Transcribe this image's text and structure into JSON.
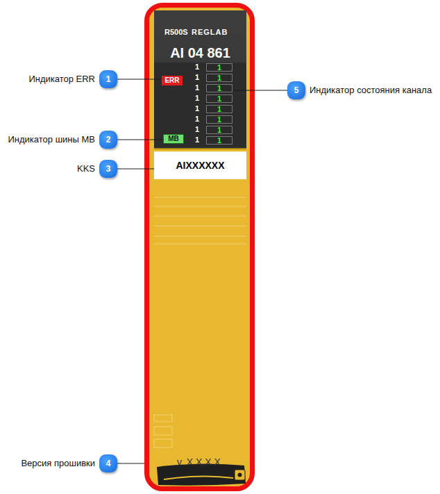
{
  "diagram": {
    "nodes": [
      {
        "text": [
          "v. X.X.X.X"
        ]
      },
      {
        "text": [
          "R500S",
          "REGLAB",
          "AI 04 861"
        ],
        "in": 0
      },
      {
        "text": [
          "ERR"
        ],
        "in": 1
      },
      {
        "text": [
          "1",
          "1"
        ],
        "in": 1
      },
      {
        "text": [
          "1",
          "1"
        ],
        "in": 1
      },
      {
        "text": [
          "1",
          "1"
        ],
        "in": 1
      },
      {
        "text": [
          "1",
          "1"
        ],
        "in": 1
      },
      {
        "text": [
          "1",
          "1"
        ],
        "in": 1
      },
      {
        "text": [
          "1",
          "1"
        ],
        "in": 1
      },
      {
        "text": [
          "1",
          "1"
        ],
        "in": 1
      },
      {
        "text": [
          "1",
          "1"
        ],
        "in": 1
      },
      {
        "text": [
          "MB"
        ],
        "in": 1
      },
      {
        "text": [
          "AIXXXXXX"
        ],
        "in": 0
      },
      {
        "text": [
          "1",
          "Индикатор ERR"
        ]
      },
      {
        "text": [
          "2",
          "Индикатор шины MB"
        ]
      },
      {
        "text": [
          "3",
          "KKS"
        ]
      },
      {
        "text": [
          "4",
          "Версия прошивки"
        ]
      },
      {
        "text": [
          "5",
          "Индикатор состояния канала"
        ]
      }
    ],
    "edges": [
      {
        "from": 13,
        "to": 2,
        "arrow": "none"
      },
      {
        "from": 14,
        "to": 11,
        "arrow": "none"
      },
      {
        "from": 15,
        "to": 12,
        "arrow": "none"
      },
      {
        "from": 16,
        "to": 0,
        "arrow": "none"
      },
      {
        "from": 17,
        "to": 5,
        "arrow": "none"
      }
    ]
  }
}
